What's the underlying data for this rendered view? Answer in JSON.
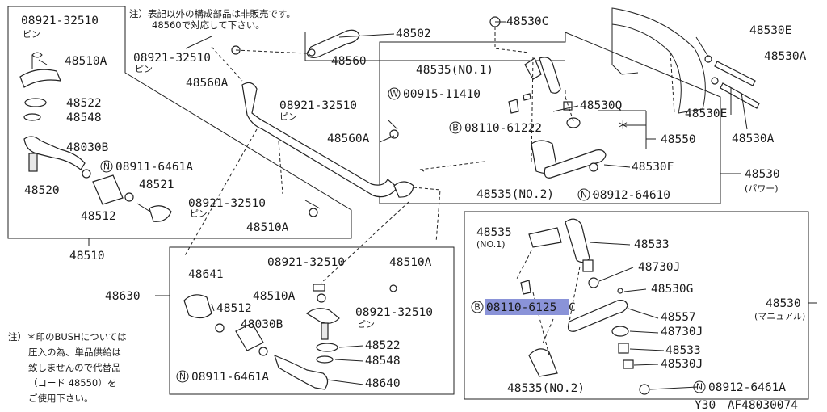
{
  "header_note": {
    "line1": "注）表記以外の構成部品は非販売です。",
    "line2": "48560で対応して下さい。"
  },
  "footer_note": {
    "line1": "注）＊印のBUSHについては",
    "line2": "圧入の為、単品供給は",
    "line3": "致しませんので代替品",
    "line4": "（コード 48550）を",
    "line5": "ご使用下さい。"
  },
  "diagram_code": "Y30　AF48030074",
  "asterisk": "＊",
  "labels": {
    "p08921_32510_a": "08921-32510",
    "pin_a": "ピン",
    "p48510A_a": "48510A",
    "p48522_a": "48522",
    "p48548_a": "48548",
    "p48030B_a": "48030B",
    "p08911_6461A_a": "08911-6461A",
    "p48520": "48520",
    "p48521": "48521",
    "p48512_a": "48512",
    "p08921_32510_b": "08921-32510",
    "pin_b": "ピン",
    "p48510A_b": "48510A",
    "p48510": "48510",
    "p48502": "48502",
    "p08921_32510_c": "08921-32510",
    "pin_c": "ピン",
    "p48560A_a": "48560A",
    "p48560": "48560",
    "p08921_32510_d": "08921-32510",
    "pin_d": "ピン",
    "p48560A_b": "48560A",
    "p48530C": "48530C",
    "p48535_no1_a": "48535(NO.1)",
    "p00915_11410": "00915-11410",
    "p48530Q": "48530Q",
    "p08110_61222": "08110-61222",
    "p48550": "48550",
    "p48530F": "48530F",
    "p48535_no2_a": "48535(NO.2)",
    "p08912_64610": "08912-64610",
    "p48530E_a": "48530E",
    "p48530A_a": "48530A",
    "p48530E_b": "48530E",
    "p48530A_b": "48530A",
    "p48530_power": "48530",
    "power": "(パワー)",
    "p48630": "48630",
    "p48641": "48641",
    "p48512_b": "48512",
    "p48030B_b": "48030B",
    "p08911_6461A_b": "08911-6461A",
    "p08921_32510_e": "08921-32510",
    "p48510A_c": "48510A",
    "p48510A_d": "48510A",
    "p08921_32510_f": "08921-32510",
    "pin_f": "ピン",
    "p48522_b": "48522",
    "p48548_b": "48548",
    "p48640": "48640",
    "p48535_no1_b": "48535",
    "no1_b": "(NO.1)",
    "p48533_a": "48533",
    "p48730J_a": "48730J",
    "p48530G": "48530G",
    "p08110_6125C_num": "08110-6125",
    "p08110_6125C_suffix": "C",
    "p48557": "48557",
    "p48730J_b": "48730J",
    "p48533_b": "48533",
    "p48530J": "48530J",
    "p48535_no2_b": "48535(NO.2)",
    "p08912_6461A": "08912-6461A",
    "p48530_manual": "48530",
    "manual": "(マニュアル)"
  },
  "prefix_marks": {
    "N": "N",
    "W": "W",
    "B": "B"
  },
  "colors": {
    "highlight": "#8a93d8",
    "line": "#222222"
  }
}
